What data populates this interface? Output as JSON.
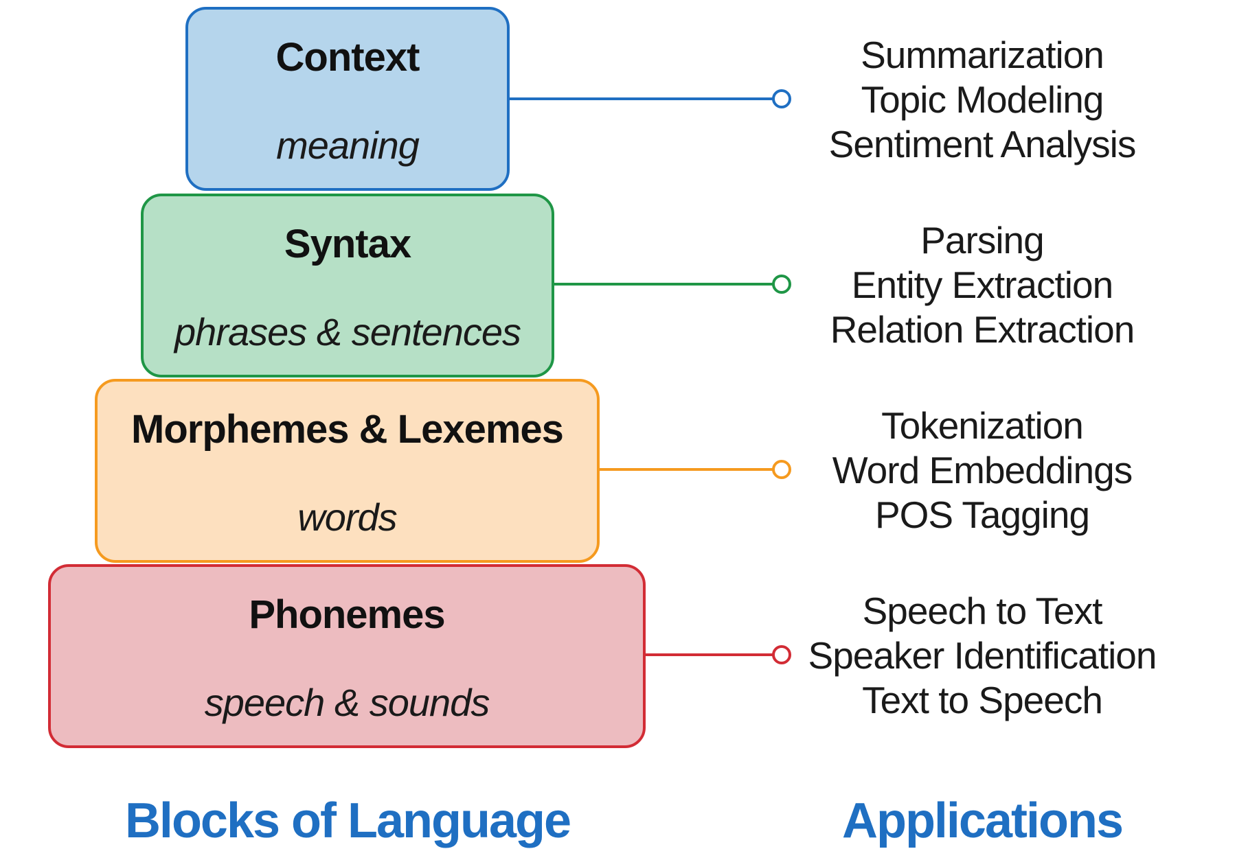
{
  "blocks": [
    {
      "title": "Context",
      "subtitle": "meaning",
      "fill": "#b5d5ec",
      "border": "#1f6fc2",
      "applications": [
        "Summarization",
        "Topic Modeling",
        "Sentiment Analysis"
      ]
    },
    {
      "title": "Syntax",
      "subtitle": "phrases & sentences",
      "fill": "#b6e0c6",
      "border": "#1f9646",
      "applications": [
        "Parsing",
        "Entity Extraction",
        "Relation Extraction"
      ]
    },
    {
      "title": "Morphemes & Lexemes",
      "subtitle": "words",
      "fill": "#fde0bf",
      "border": "#f59a1f",
      "applications": [
        "Tokenization",
        "Word Embeddings",
        "POS Tagging"
      ]
    },
    {
      "title": "Phonemes",
      "subtitle": "speech & sounds",
      "fill": "#edbcc0",
      "border": "#d22c35",
      "applications": [
        "Speech to Text",
        "Speaker Identification",
        "Text to Speech"
      ]
    }
  ],
  "footer": {
    "left_label": "Blocks of Language",
    "right_label": "Applications",
    "color": "#1f6fc2"
  }
}
